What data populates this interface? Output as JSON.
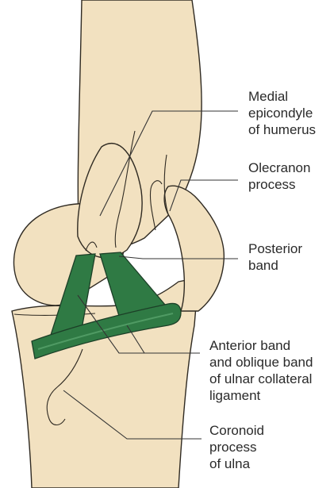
{
  "labels": {
    "medial_epicondyle": [
      "Medial",
      "epicondyle",
      "of humerus"
    ],
    "olecranon": [
      "Olecranon",
      "process"
    ],
    "posterior_band": [
      "Posterior",
      "band"
    ],
    "anterior_oblique": [
      "Anterior band",
      "and oblique band",
      "of ulnar collateral",
      "ligament"
    ],
    "coronoid": [
      "Coronoid",
      "process",
      "of ulna"
    ]
  },
  "colors": {
    "bone": "#f2e1c0",
    "bone_outline": "#2f2a22",
    "ligament": "#2f7a44",
    "ligament_highlight": "#4f9a63",
    "text": "#2a2a2a",
    "background": "#ffffff"
  }
}
